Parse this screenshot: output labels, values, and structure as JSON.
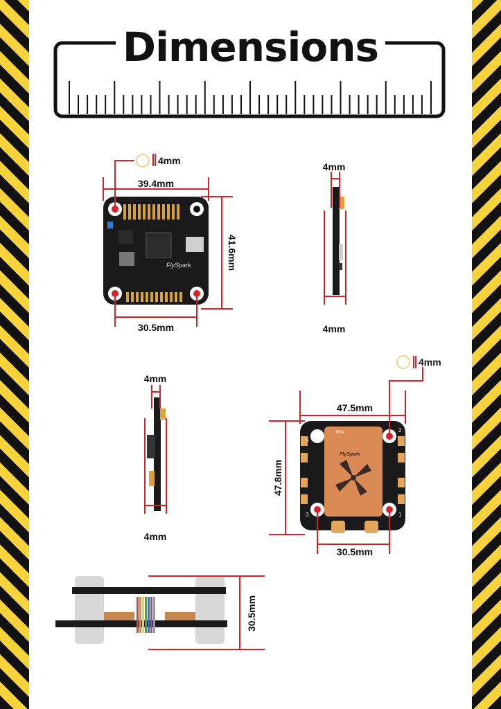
{
  "title": "Dimensions",
  "fc_top": {
    "hole_callout": "4mm",
    "width": "39.4mm",
    "height": "41.6mm",
    "hole_spacing": "30.5mm",
    "brand": "FlySpark"
  },
  "fc_side": {
    "top_label": "4mm",
    "bottom_label": "4mm"
  },
  "esc_side": {
    "top_label": "4mm",
    "bottom_label": "4mm"
  },
  "esc_top": {
    "hole_callout": "4mm",
    "width": "47.5mm",
    "height": "47.8mm",
    "hole_spacing": "30.5mm",
    "brand": "FlySpark",
    "rating": "60A",
    "pad_numbers": [
      "1",
      "2",
      "3",
      "4"
    ]
  },
  "stack_side": {
    "height": "30.5mm"
  },
  "colors": {
    "dimension_line": "#d2232a",
    "stripe_black": "#111111",
    "stripe_yellow": "#f9d33c",
    "esc_board": "#d98a55",
    "pcb": "#1a1a1a"
  }
}
